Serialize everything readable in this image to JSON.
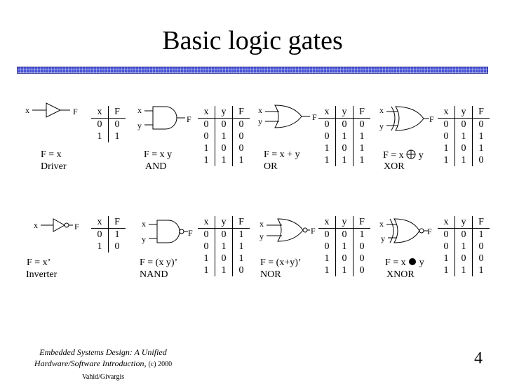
{
  "title": "Basic logic gates",
  "footer": {
    "line1": "Embedded Systems Design: A Unified",
    "line2": "Hardware/Software Introduction,",
    "line2_small": "(c) 2000 Vahid/Givargis"
  },
  "page_number": "4",
  "gates": {
    "driver": {
      "input_x": "x",
      "output": "F",
      "equation": "F = x",
      "name": "Driver",
      "table": {
        "headers": [
          "x",
          "F"
        ],
        "rows": [
          [
            "0",
            "0"
          ],
          [
            "1",
            "1"
          ]
        ]
      }
    },
    "and": {
      "input_x": "x",
      "input_y": "y",
      "output": "F",
      "equation": "F = x y",
      "name": "AND",
      "table": {
        "headers": [
          "x",
          "y",
          "F"
        ],
        "rows": [
          [
            "0",
            "0",
            "0"
          ],
          [
            "0",
            "1",
            "0"
          ],
          [
            "1",
            "0",
            "0"
          ],
          [
            "1",
            "1",
            "1"
          ]
        ]
      }
    },
    "or": {
      "input_x": "x",
      "input_y": "y",
      "output": "F",
      "equation": "F = x + y",
      "name": "OR",
      "table": {
        "headers": [
          "x",
          "y",
          "F"
        ],
        "rows": [
          [
            "0",
            "0",
            "0"
          ],
          [
            "0",
            "1",
            "1"
          ],
          [
            "1",
            "0",
            "1"
          ],
          [
            "1",
            "1",
            "1"
          ]
        ]
      }
    },
    "xor": {
      "input_x": "x",
      "input_y": "y",
      "output": "F",
      "equation_left": "F = x",
      "equation_right": "y",
      "name": "XOR",
      "table": {
        "headers": [
          "x",
          "y",
          "F"
        ],
        "rows": [
          [
            "0",
            "0",
            "0"
          ],
          [
            "0",
            "1",
            "1"
          ],
          [
            "1",
            "0",
            "1"
          ],
          [
            "1",
            "1",
            "0"
          ]
        ]
      }
    },
    "inverter": {
      "input_x": "x",
      "output": "F",
      "equation": "F = x’",
      "name": "Inverter",
      "table": {
        "headers": [
          "x",
          "F"
        ],
        "rows": [
          [
            "0",
            "1"
          ],
          [
            "1",
            "0"
          ]
        ]
      }
    },
    "nand": {
      "input_x": "x",
      "input_y": "y",
      "output": "F",
      "equation": "F = (x y)’",
      "name": "NAND",
      "table": {
        "headers": [
          "x",
          "y",
          "F"
        ],
        "rows": [
          [
            "0",
            "0",
            "1"
          ],
          [
            "0",
            "1",
            "1"
          ],
          [
            "1",
            "0",
            "1"
          ],
          [
            "1",
            "1",
            "0"
          ]
        ]
      }
    },
    "nor": {
      "input_x": "x",
      "input_y": "y",
      "output": "F",
      "equation": "F = (x+y)’",
      "name": "NOR",
      "table": {
        "headers": [
          "x",
          "y",
          "F"
        ],
        "rows": [
          [
            "0",
            "0",
            "1"
          ],
          [
            "0",
            "1",
            "0"
          ],
          [
            "1",
            "0",
            "0"
          ],
          [
            "1",
            "1",
            "0"
          ]
        ]
      }
    },
    "xnor": {
      "input_x": "x",
      "input_y": "y",
      "output": "F",
      "equation_left": "F = x",
      "equation_right": "y",
      "name": "XNOR",
      "table": {
        "headers": [
          "x",
          "y",
          "F"
        ],
        "rows": [
          [
            "0",
            "0",
            "1"
          ],
          [
            "0",
            "1",
            "0"
          ],
          [
            "1",
            "0",
            "0"
          ],
          [
            "1",
            "1",
            "1"
          ]
        ]
      }
    }
  }
}
